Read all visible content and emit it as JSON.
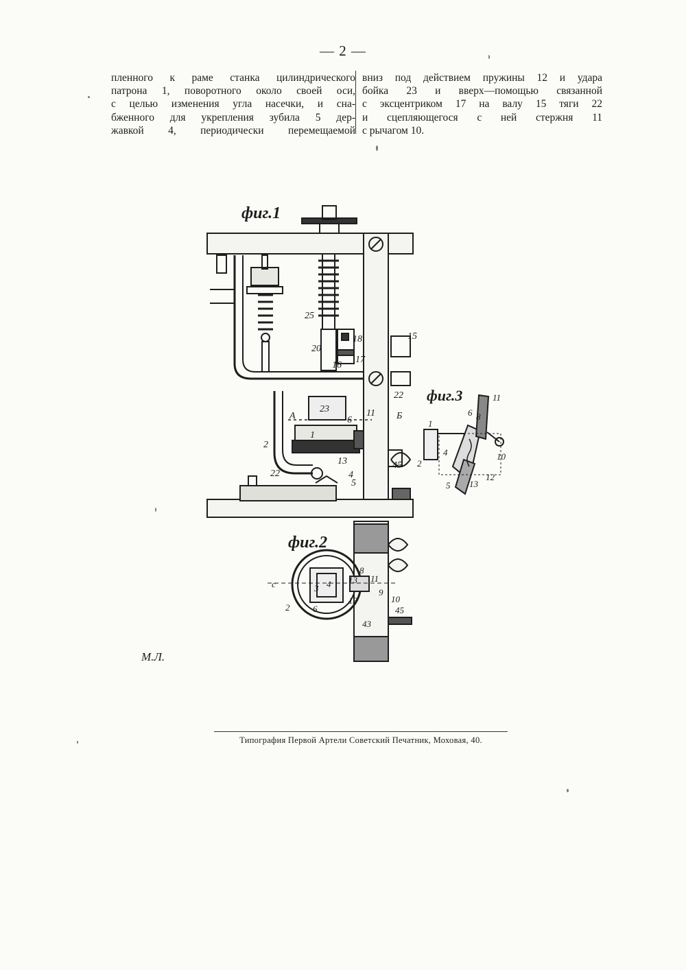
{
  "page_number": "— 2 —",
  "left_column": [
    "пленного к раме станка цилиндрического",
    "патрона 1, поворотного около своей оси,",
    "с целью изменения угла насечки, и сна-",
    "бженного для укрепления зубила 5 дер-",
    "жавкой 4, периодически перемещаемой"
  ],
  "right_column": [
    "вниз под действием пружины 12 и удара",
    "бойка 23 и вверх—помощью связанной",
    "с эксцентриком 17 на валу 15 тяги 22",
    "и сцепляющегося с ней стержня 11",
    "с рычагом 10."
  ],
  "figures": {
    "fig1": {
      "title": "фиг.1",
      "labels": [
        "25",
        "20",
        "18",
        "16",
        "17",
        "15",
        "22",
        "23",
        "6",
        "11",
        "A",
        "Б",
        "1",
        "2",
        "13",
        "45",
        "22",
        "4",
        "5"
      ]
    },
    "fig2": {
      "title": "фиг.2",
      "labels": [
        "8",
        "13",
        "11",
        "3",
        "4",
        "9",
        "10",
        "2",
        "6",
        "13",
        "45",
        "43",
        "с"
      ]
    },
    "fig3": {
      "title": "фиг.3",
      "labels": [
        "11",
        "6",
        "8",
        "1",
        "4",
        "2",
        "10",
        "5",
        "13",
        "12"
      ]
    }
  },
  "initials": "М.Л.",
  "footer": "Типография Первой Артели Советский Печатник, Моховая, 40."
}
